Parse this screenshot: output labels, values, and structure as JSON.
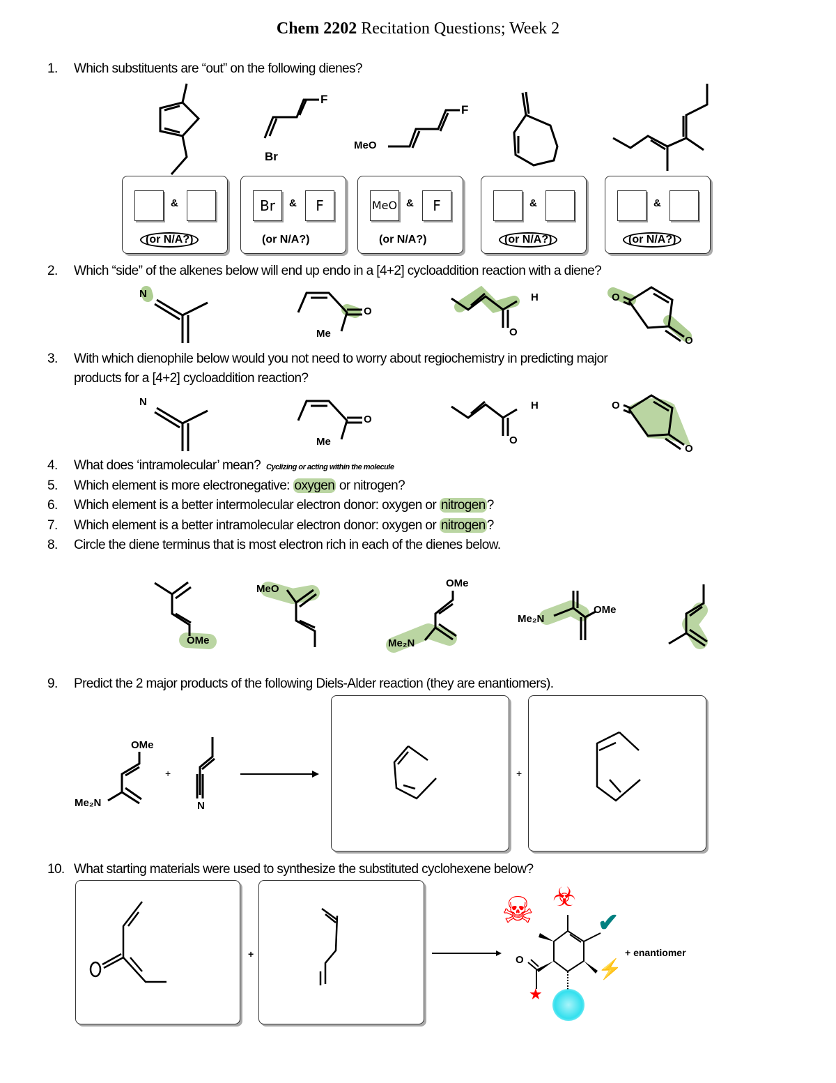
{
  "title": {
    "bold": "Chem 2202",
    "rest": " Recitation Questions; Week 2"
  },
  "questions": {
    "q1": {
      "num": "1.",
      "text": "Which substituents are “out” on the following dienes?"
    },
    "q2": {
      "num": "2.",
      "text": "Which “side” of the alkenes below will end up endo in a [4+2] cycloaddition reaction with a diene?"
    },
    "q3": {
      "num": "3.",
      "text": "With which dienophile below would you not need to worry about regiochemistry in predicting major",
      "text2": "products for a [4+2] cycloaddition reaction?"
    },
    "q4": {
      "num": "4.",
      "text": "What does ‘intramolecular’ mean?",
      "answer": "Cyclizing or acting within the molecule"
    },
    "q5": {
      "num": "5.",
      "pre": "Which element is more electronegative: ",
      "hl": "oxygen",
      "post": " or nitrogen?"
    },
    "q6": {
      "num": "6.",
      "pre": "Which element is a better intermolecular electron donor: oxygen or ",
      "hl": "nitrogen",
      "post": "?"
    },
    "q7": {
      "num": "7.",
      "pre": "Which element is a better intramolecular electron donor: oxygen or ",
      "hl": "nitrogen",
      "post": "?"
    },
    "q8": {
      "num": "8.",
      "text": "Circle the diene terminus that is most electron rich in each of the dienes below."
    },
    "q9": {
      "num": "9.",
      "text": "Predict the 2 major products of the following Diels-Alder reaction (they are enantiomers)."
    },
    "q10": {
      "num": "10.",
      "text": "What starting materials were used to synthesize the substituted cyclohexene below?"
    }
  },
  "q1_boxes": [
    {
      "left": "",
      "amp": "&",
      "right": "",
      "na": "(or N/A?)",
      "na_circled": true
    },
    {
      "left": "Br",
      "amp": "&",
      "right": "F",
      "na": "(or N/A?)",
      "na_circled": false
    },
    {
      "left": "MeO",
      "amp": "&",
      "right": "F",
      "na": "(or N/A?)",
      "na_circled": false
    },
    {
      "left": "",
      "amp": "&",
      "right": "",
      "na": "(or N/A?)",
      "na_circled": true
    },
    {
      "left": "",
      "amp": "&",
      "right": "",
      "na": "(or N/A?)",
      "na_circled": true
    }
  ],
  "labels": {
    "F": "F",
    "Br": "Br",
    "MeO": "MeO",
    "N": "N",
    "O": "O",
    "H": "H",
    "Me": "Me",
    "OMe": "OMe",
    "Me2N": "Me₂N",
    "plus": "+",
    "enantiomer": "+  enantiomer"
  },
  "colors": {
    "highlight": "#8cb964",
    "hazard_red": "#ff0000",
    "check_teal": "#008080",
    "bolt_yellow": "#ffee00",
    "cyan": "#33e0ee"
  }
}
